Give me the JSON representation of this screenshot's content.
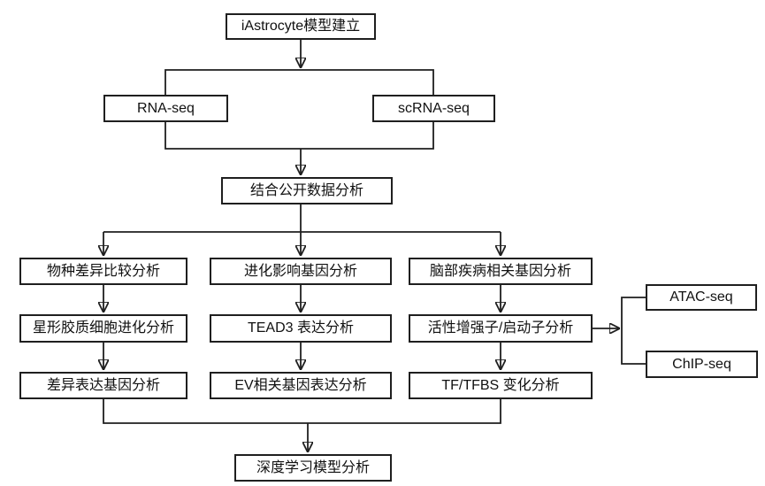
{
  "diagram": {
    "background": "#ffffff",
    "line_color": "#1f1f1f",
    "box_fill": "#ffffff",
    "box_border": "#1f1f1f",
    "nodes": {
      "model": {
        "label": "iAstrocyte模型建立"
      },
      "rna_seq": {
        "label": "RNA-seq"
      },
      "scrna_seq": {
        "label": "scRNA-seq"
      },
      "public_data": {
        "label": "结合公开数据分析"
      },
      "species_diff": {
        "label": "物种差异比较分析"
      },
      "astro_evolution": {
        "label": "星形胶质细胞进化分析"
      },
      "deg_analysis": {
        "label": "差异表达基因分析"
      },
      "evo_impact_genes": {
        "label": "进化影响基因分析"
      },
      "tead3_expression": {
        "label": "TEAD3 表达分析"
      },
      "ev_gene_expression": {
        "label": "EV相关基因表达分析"
      },
      "brain_disease_genes": {
        "label": "脑部疾病相关基因分析"
      },
      "enhancer_promoter": {
        "label": "活性增强子/启动子分析"
      },
      "tf_tfbs_changes": {
        "label": "TF/TFBS 变化分析"
      },
      "atac_seq": {
        "label": "ATAC-seq"
      },
      "chip_seq": {
        "label": "ChIP-seq"
      },
      "deep_learning": {
        "label": "深度学习模型分析"
      }
    }
  }
}
